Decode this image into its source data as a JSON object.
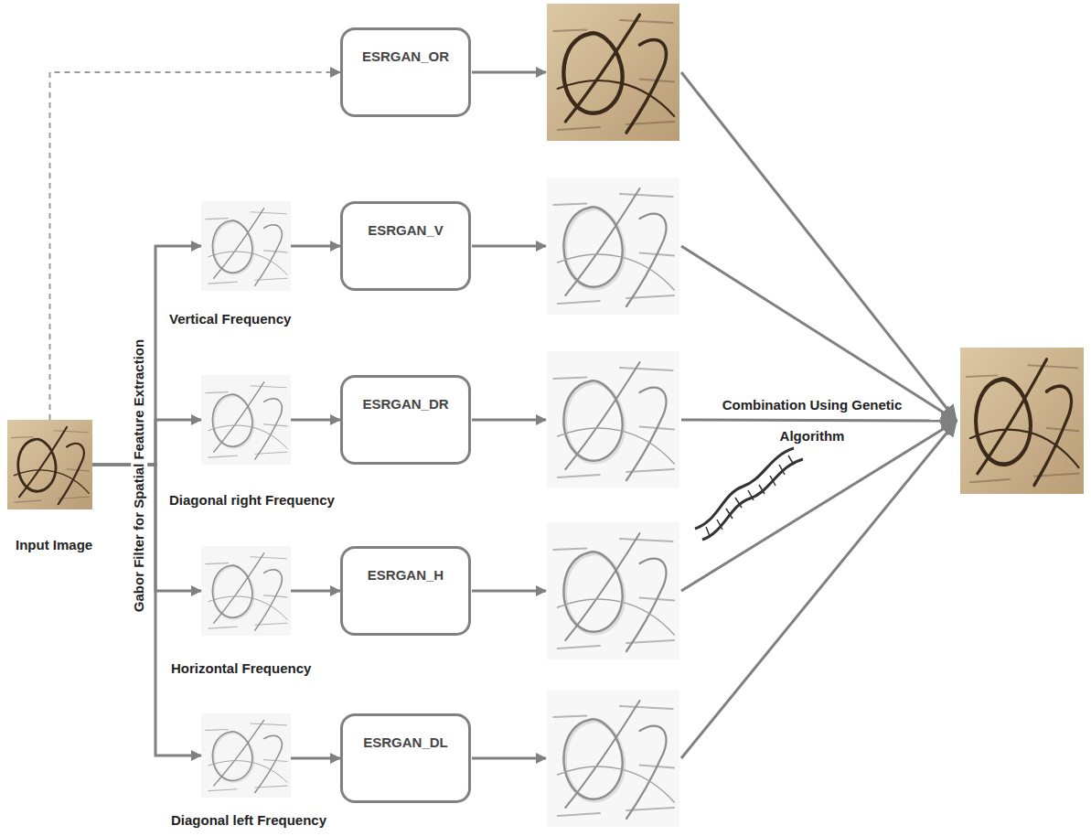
{
  "diagram": {
    "nodes": [
      {
        "text": [
          "Input Image"
        ]
      },
      {
        "text": [
          "ESRGAN_OR"
        ]
      },
      {
        "text": [
          "Vertical Frequency"
        ]
      },
      {
        "text": [
          "ESRGAN_V"
        ]
      },
      {
        "text": [
          "Diagonal right Frequency"
        ]
      },
      {
        "text": [
          "ESRGAN_DR"
        ]
      },
      {
        "text": [
          "Horizontal Frequency"
        ]
      },
      {
        "text": [
          "ESRGAN_H"
        ]
      },
      {
        "text": [
          "Diagonal left Frequency"
        ]
      },
      {
        "text": [
          "ESRGAN_DL"
        ]
      }
    ],
    "edges": [
      {
        "from": 0,
        "to": 1,
        "arrow": "to"
      },
      {
        "from": 0,
        "to": 2,
        "arrow": "to"
      },
      {
        "from": 0,
        "to": 4,
        "arrow": "to"
      },
      {
        "from": 0,
        "to": 6,
        "arrow": "to"
      },
      {
        "from": 0,
        "to": 8,
        "arrow": "to"
      },
      {
        "from": 2,
        "to": 3,
        "arrow": "to"
      },
      {
        "from": 4,
        "to": 5,
        "arrow": "to"
      },
      {
        "from": 6,
        "to": 7,
        "arrow": "to"
      },
      {
        "from": 8,
        "to": 9,
        "arrow": "to"
      }
    ],
    "labels": [
      "Gabor Filter for Spatial Feature Extraction",
      "Combination Using Genetic Algorithm"
    ]
  }
}
